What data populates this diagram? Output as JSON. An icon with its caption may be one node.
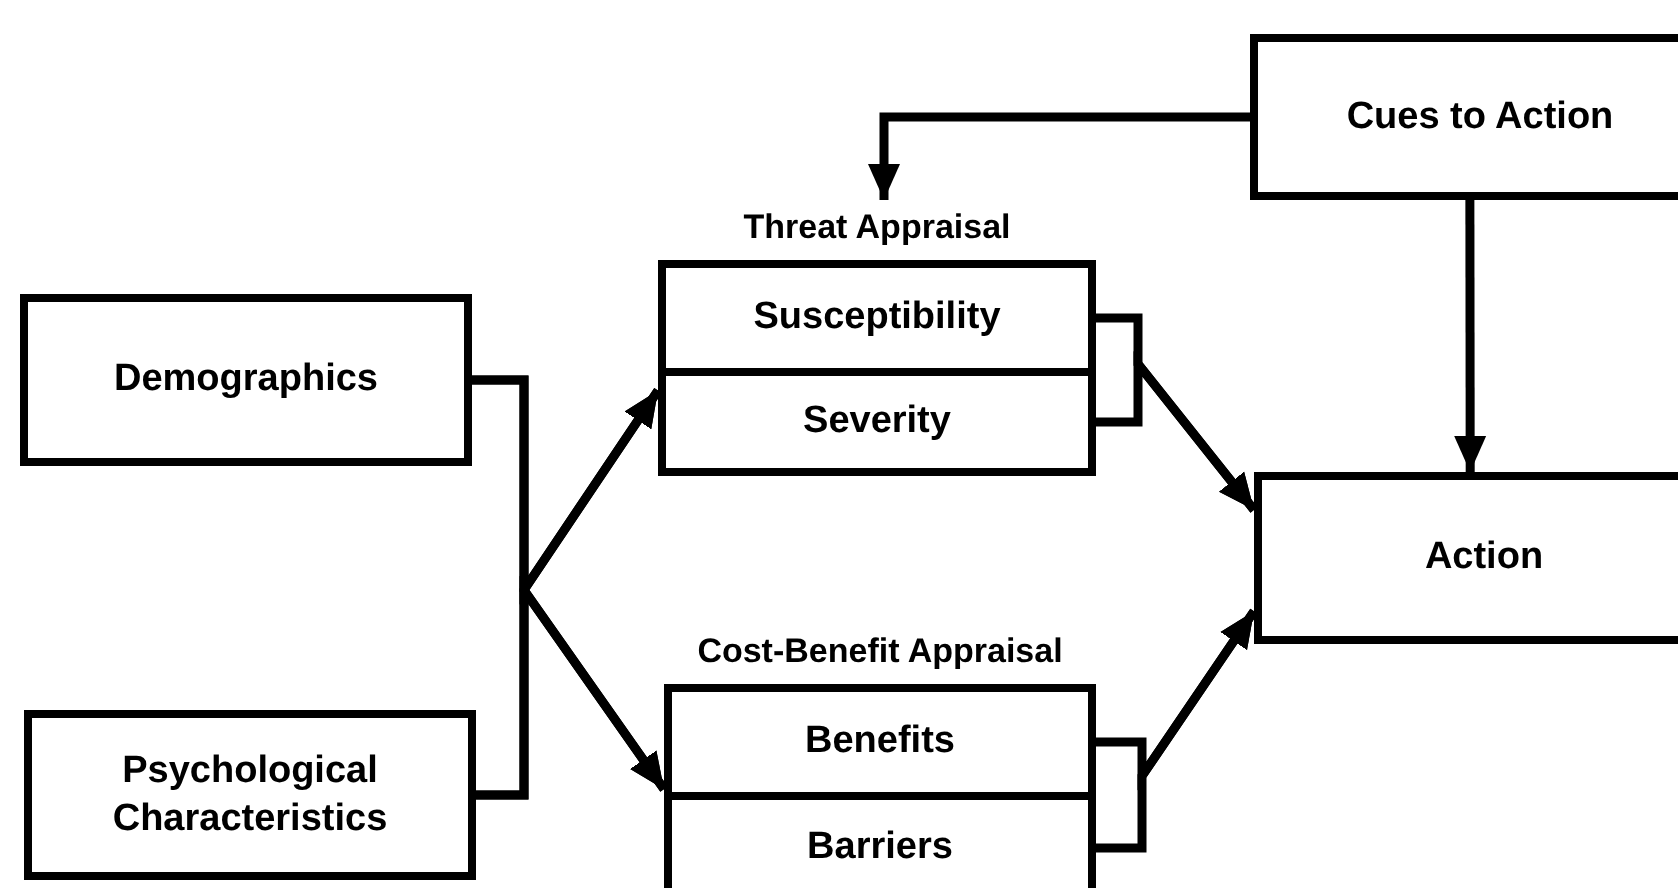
{
  "diagram": {
    "nodes": [
      {
        "text": [
          "Demographics"
        ]
      },
      {
        "text": [
          "Psychological Characteristics"
        ]
      },
      {
        "text": [
          "Threat Appraisal"
        ]
      },
      {
        "text": [
          "Susceptibility"
        ],
        "in": 2
      },
      {
        "text": [
          "Severity"
        ],
        "in": 2
      },
      {
        "text": [
          "Cost-Benefit Appraisal"
        ]
      },
      {
        "text": [
          "Benefits"
        ],
        "in": 5
      },
      {
        "text": [
          "Barriers"
        ],
        "in": 5
      },
      {
        "text": [
          "Cues to Action"
        ]
      },
      {
        "text": [
          "Action"
        ]
      }
    ],
    "edges": [
      {
        "from": 0,
        "to": 2,
        "arrow": "to"
      },
      {
        "from": 0,
        "to": 5,
        "arrow": "to"
      },
      {
        "from": 1,
        "to": 2,
        "arrow": "to"
      },
      {
        "from": 1,
        "to": 5,
        "arrow": "to"
      },
      {
        "from": 3,
        "to": 9,
        "arrow": "to"
      },
      {
        "from": 4,
        "to": 9,
        "arrow": "to"
      },
      {
        "from": 6,
        "to": 9,
        "arrow": "to"
      },
      {
        "from": 7,
        "to": 9,
        "arrow": "to"
      },
      {
        "from": 8,
        "to": 2,
        "arrow": "to"
      },
      {
        "from": 8,
        "to": 9,
        "arrow": "to"
      }
    ]
  }
}
